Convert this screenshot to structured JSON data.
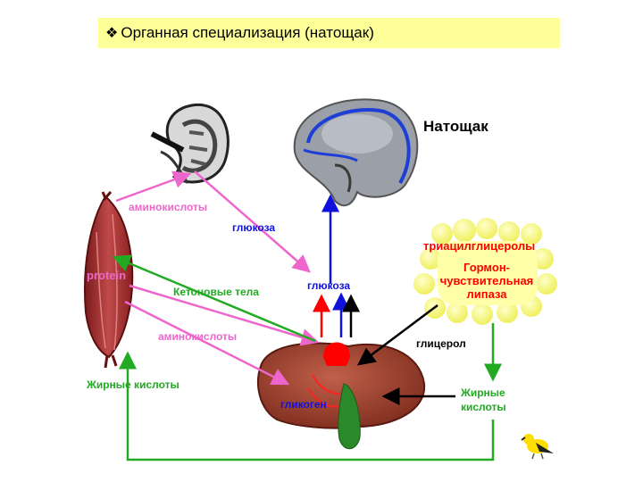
{
  "header": {
    "bullet": "❖",
    "title": "Органная специализация (натощак)"
  },
  "fasting_label": "Натощак",
  "labels": {
    "amino_top": "аминокислоты",
    "glucose_top": "глюкоза",
    "tag": "триацилглицеролы",
    "hsl": "Гормон-\nчувствительная\nлипаза",
    "protein": "protein",
    "ketone": "Кетоновые тела",
    "glucose_mid": "глюкоза",
    "amino_bottom": "аминокислоты",
    "glycerol": "глицерол",
    "fatty_left": "Жирные кислоты",
    "glycogen": "гликоген",
    "fatty_right": "Жирные\nкислоты"
  },
  "colors": {
    "pink": "#ee66cc",
    "green": "#22aa22",
    "blue": "#1111dd",
    "red": "#ff0000",
    "black": "#000000",
    "title_bg": "#ffff99"
  },
  "icons": [
    "kidney-icon",
    "brain-icon",
    "muscle-icon",
    "adipose-icon",
    "liver-icon",
    "gallbladder-icon",
    "bird-icon"
  ]
}
